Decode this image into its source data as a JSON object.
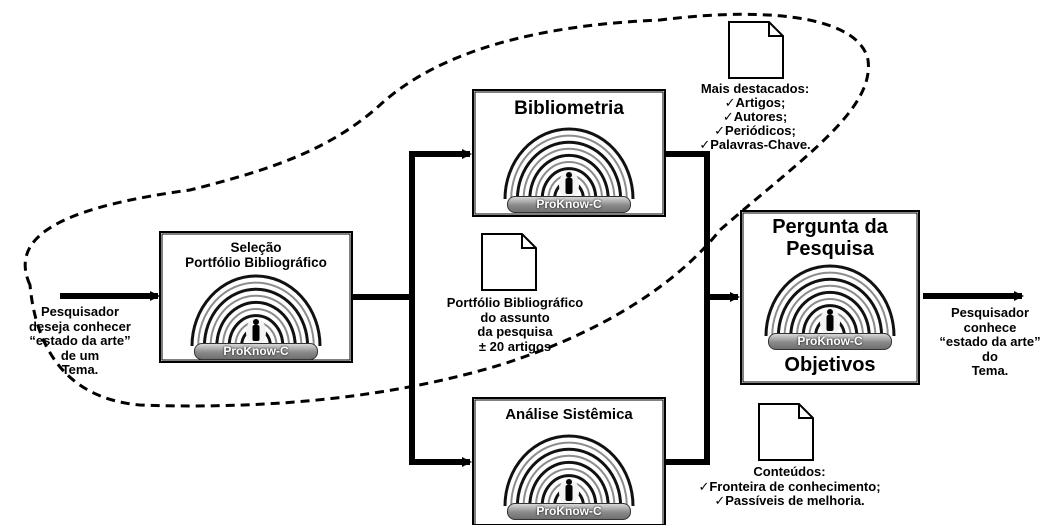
{
  "left_note": [
    "Pesquisador",
    "deseja conhecer",
    "“estado da arte”",
    "de um",
    "Tema."
  ],
  "right_note": [
    "Pesquisador",
    "conhece",
    "“estado da arte”",
    "do",
    "Tema."
  ],
  "badge_label": "ProKnow-C",
  "boxes": {
    "selecao": {
      "title": [
        "Seleção",
        "Portfólio Bibliográfico"
      ]
    },
    "bibliometria": {
      "title": "Bibliometria"
    },
    "analise": {
      "title": "Análise Sistêmica"
    },
    "pergunta": {
      "title": [
        "Pergunta da",
        "Pesquisa"
      ],
      "footer": "Objetivos"
    }
  },
  "portfolio_note": [
    "Portfólio Bibliográfico",
    "do assunto",
    "da pesquisa",
    "± 20 artigos"
  ],
  "destacados_note": [
    "Mais destacados:",
    "✓Artigos;",
    "✓Autores;",
    "✓Periódicos;",
    "✓Palavras-Chave."
  ],
  "conteudos_note": [
    "Conteúdos:",
    "✓Fronteira de conhecimento;",
    "✓Passíveis de melhoria."
  ]
}
